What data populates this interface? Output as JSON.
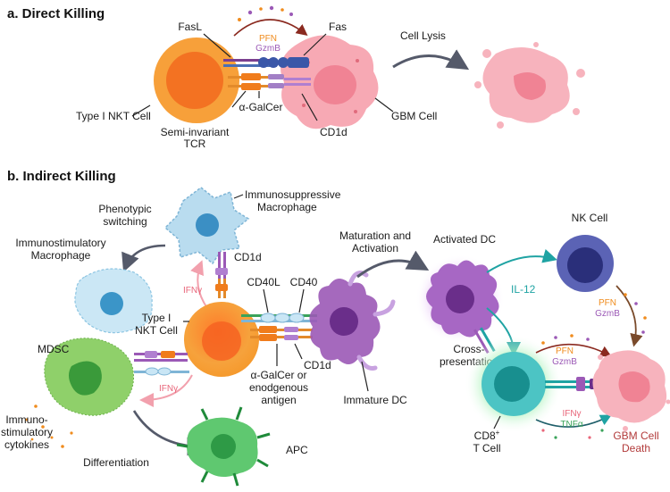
{
  "panel_a": {
    "title": "a. Direct Killing",
    "fasl": "FasL",
    "fas": "Fas",
    "pfn": "PFN",
    "gzmb": "GzmB",
    "cell_lysis": "Cell  Lysis",
    "nkt_cell": "Type I NKT Cell",
    "alpha_galcer": "α-GalCer",
    "tcr_line1": "Semi-invariant",
    "tcr_line2": "TCR",
    "cd1d": "CD1d",
    "gbm_cell": "GBM Cell"
  },
  "panel_b": {
    "title": "b. Indirect Killing",
    "phenotypic_line1": "Phenotypic",
    "phenotypic_line2": "switching",
    "immunosup_line1": "Immunosuppressive",
    "immunosup_line2": "Macrophage",
    "immunostim_line1": "Immunostimulatory",
    "immunostim_line2": "Macrophage",
    "ifng_top": "IFNγ",
    "cd1d_top": "CD1d",
    "cd40l": "CD40L",
    "cd40": "CD40",
    "nkt_line1": "Type I",
    "nkt_line2": "NKT Cell",
    "mdsc": "MDSC",
    "ifng_mdsc": "IFNγ",
    "cd1d_bottom": "CD1d",
    "antigen_line1": "α-GalCer or",
    "antigen_line2": "enodgenous",
    "antigen_line3": "antigen",
    "immature_dc": "Immature DC",
    "cytokines_line1": "Immuno-",
    "cytokines_line2": "stimulatory",
    "cytokines_line3": "cytokines",
    "apc": "APC",
    "differentiation": "Differentiation",
    "maturation_line1": "Maturation and",
    "maturation_line2": "Activation",
    "activated_dc": "Activated DC",
    "il12": "IL-12",
    "cross_line1": "Cross-",
    "cross_line2": "presentation",
    "nk_cell": "NK Cell",
    "pfn_nk": "PFN",
    "gzmb_nk": "GzmB",
    "pfn_cd8": "PFN",
    "gzmb_cd8": "GzmB",
    "cd8_line1": "CD8",
    "cd8_sup": "+",
    "cd8_line2": "T Cell",
    "ifng_cd8": "IFNγ",
    "tnfa": "TNFα",
    "death_line1": "GBM Cell",
    "death_line2": "Death"
  },
  "colors": {
    "nkt_orange": "#f7941d",
    "gbm_pink": "#f7a1ad",
    "pfn_orange": "#f08c1e",
    "gzmb_purple": "#9b59b6",
    "il12_teal": "#1fa3a3",
    "ifng_pink": "#e8667a",
    "tnfa_green": "#3aa35a",
    "death_red": "#b23a3a",
    "mdsc_green": "#7cc35a",
    "dc_purple": "#9b59b6",
    "macro_blue": "#9fd3ea",
    "nk_navy": "#4a4f9c",
    "cd8_teal": "#27b2b2",
    "apc_green": "#44b85a"
  }
}
